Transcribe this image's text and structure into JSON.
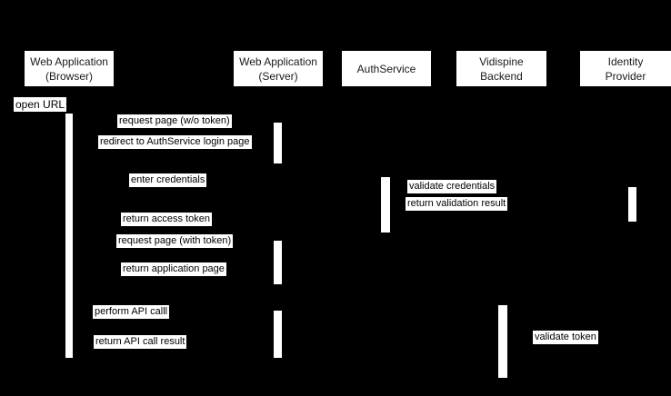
{
  "diagram": {
    "type": "sequence",
    "colors": {
      "background": "#000000",
      "actor_fill": "#ffffff",
      "actor_text": "#1a1a1a",
      "label_fill": "#ffffff",
      "label_text": "#000000"
    },
    "actors": [
      {
        "label": "Web Application\n(Browser)"
      },
      {
        "label": "Web Application\n(Server)"
      },
      {
        "label": "AuthService"
      },
      {
        "label": "Vidispine\nBackend"
      },
      {
        "label": "Identity\nProvider"
      }
    ],
    "messages": [
      {
        "label": "open URL"
      },
      {
        "label": "request page (w/o token)"
      },
      {
        "label": "redirect to AuthService login page"
      },
      {
        "label": "enter credentials"
      },
      {
        "label": "validate credentials"
      },
      {
        "label": "return validation result"
      },
      {
        "label": "return access token"
      },
      {
        "label": "request page (with token)"
      },
      {
        "label": "return application page"
      },
      {
        "label": "perform API calll"
      },
      {
        "label": "return API call result"
      },
      {
        "label": "validate token"
      }
    ]
  }
}
